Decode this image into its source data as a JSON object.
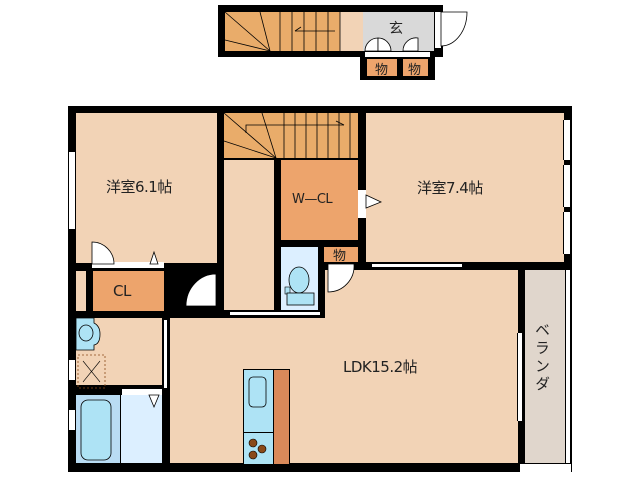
{
  "floorplan": {
    "colors": {
      "room": "#f2d3b6",
      "storage": "#eda46c",
      "stair": "#e9ac6a",
      "entrance": "#d9d9d9",
      "water": "#dcefff",
      "fixture": "#aee3f5",
      "balcony": "#e0d6cc",
      "wall": "#000000"
    },
    "upper_unit": {
      "entrance_label": "玄",
      "storage_a_label": "物",
      "storage_b_label": "物"
    },
    "rooms": {
      "western_room_left": "洋室6.1帖",
      "western_room_right": "洋室7.4帖",
      "walk_in_closet": "W—CL",
      "closet": "CL",
      "storage_small": "物",
      "ldk": "LDK15.2帖",
      "balcony": "ベランダ"
    }
  }
}
